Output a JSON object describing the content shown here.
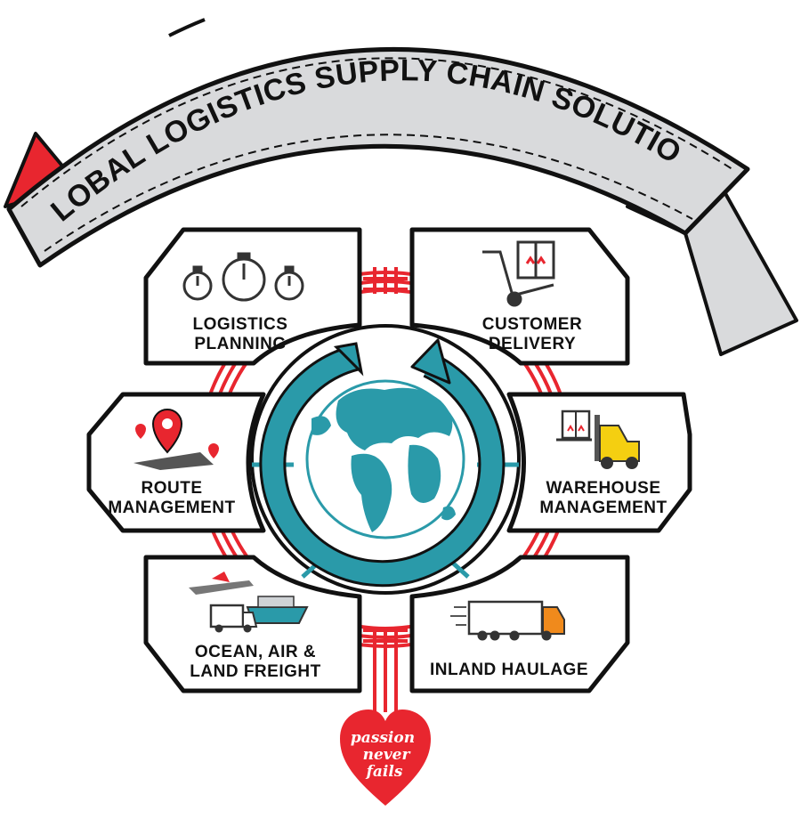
{
  "banner": {
    "title": "GLOBAL LOGISTICS SUPPLY CHAIN SOLUTION"
  },
  "services": [
    {
      "line1": "LOGISTICS",
      "line2": "PLANNING"
    },
    {
      "line1": "CUSTOMER",
      "line2": "DELIVERY"
    },
    {
      "line1": "ROUTE",
      "line2": "MANAGEMENT"
    },
    {
      "line1": "WAREHOUSE",
      "line2": "MANAGEMENT"
    },
    {
      "line1": "OCEAN, AIR &",
      "line2": "LAND FREIGHT"
    },
    {
      "line1": "INLAND HAULAGE"
    }
  ],
  "heart": {
    "line1": "passion",
    "line2": "never",
    "line3": "fails"
  },
  "colors": {
    "accent_red": "#e8262f",
    "globe_teal": "#2a9aa9",
    "banner_gray": "#d9dadc",
    "forklift_yellow": "#f4cf11",
    "truck_orange": "#f08a1c"
  }
}
